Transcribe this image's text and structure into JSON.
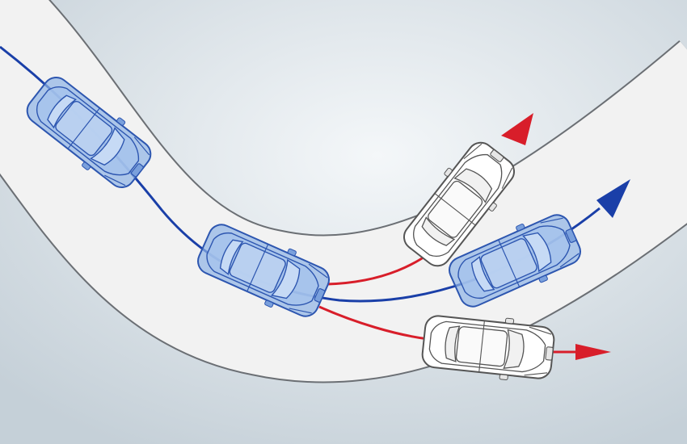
{
  "diagram": {
    "colors": {
      "background_center": "#f4f7f9",
      "background_edge": "#c5d0d8",
      "road_surface": "#f2f2f2",
      "road_edge": "#6b6f74",
      "path_blue": "#1a3fa8",
      "path_red": "#d81e2a",
      "car_blue_fill": "#8fb3e6",
      "car_blue_line": "#2d56b0",
      "car_white_fill": "#ffffff",
      "car_white_line": "#555555"
    },
    "paths": [
      {
        "name": "intended-path",
        "color_key": "path_blue"
      },
      {
        "name": "understeer-path",
        "color_key": "path_red"
      },
      {
        "name": "oversteer-path",
        "color_key": "path_red"
      }
    ],
    "cars": [
      {
        "name": "car-entering-curve",
        "style": "blue"
      },
      {
        "name": "car-mid-curve",
        "style": "blue"
      },
      {
        "name": "car-stable-exit",
        "style": "blue"
      },
      {
        "name": "car-understeer",
        "style": "white"
      },
      {
        "name": "car-oversteer",
        "style": "white"
      }
    ]
  }
}
